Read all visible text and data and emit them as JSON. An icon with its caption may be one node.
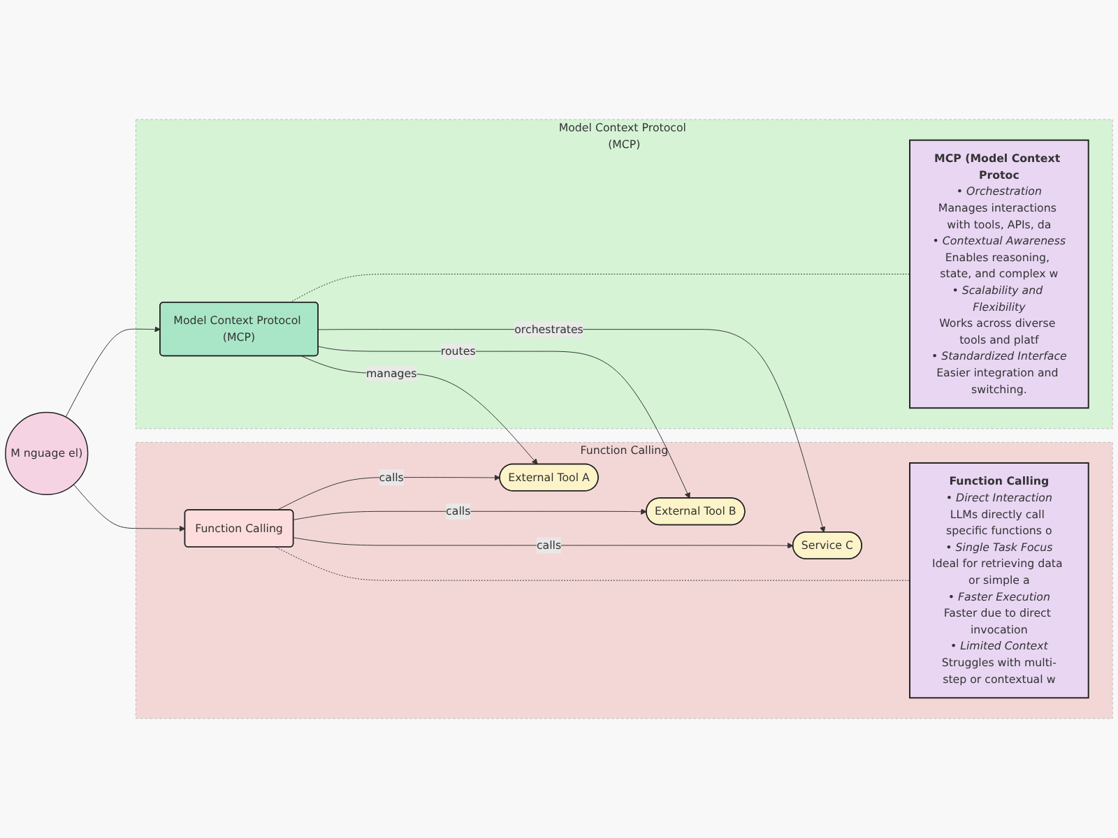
{
  "diagram": {
    "nodes": [
      {
        "text": [
          "M nguage el)"
        ]
      },
      {
        "text": [
          "Function Calling"
        ]
      },
      {
        "text": [
          "Function Calling"
        ],
        "in": 1
      },
      {
        "text": [
          "Function Calling",
          "• Direct Interaction",
          "LLMs directly call specific functions o",
          "• Single Task Focus",
          "Ideal for retrieving data or simple a",
          "• Faster Execution",
          "Faster due to direct invocation",
          "• Limited Context",
          "Struggles with multi-step or contextual w"
        ],
        "in": 1
      },
      {
        "text": [
          "External Tool A"
        ],
        "in": 1
      },
      {
        "text": [
          "External Tool B"
        ],
        "in": 1
      },
      {
        "text": [
          "Service C"
        ],
        "in": 1
      },
      {
        "text": [
          "Model Context Protocol (MCP)"
        ]
      },
      {
        "text": [
          "Model Context Protocol (MCP)"
        ],
        "in": 7
      },
      {
        "text": [
          "MCP (Model Context Protoc",
          "• Orchestration",
          "Manages interactions with tools, APIs, da",
          "• Contextual Awareness",
          "Enables reasoning, state, and complex w",
          "• Scalability and Flexibility",
          "Works across diverse tools and platf",
          "• Standardized Interface",
          "Easier integration and switching."
        ],
        "in": 7
      }
    ],
    "edges": [
      {
        "from": 0,
        "to": 2,
        "arrow": "to"
      },
      {
        "from": 0,
        "to": 8,
        "arrow": "to"
      },
      {
        "from": 2,
        "to": 4,
        "arrow": "to",
        "label": "calls"
      },
      {
        "from": 2,
        "to": 5,
        "arrow": "to",
        "label": "calls"
      },
      {
        "from": 2,
        "to": 6,
        "arrow": "to",
        "label": "calls"
      },
      {
        "from": 8,
        "to": 4,
        "arrow": "to",
        "label": "manages"
      },
      {
        "from": 8,
        "to": 5,
        "arrow": "to",
        "label": "routes"
      },
      {
        "from": 8,
        "to": 6,
        "arrow": "to",
        "label": "orchestrates"
      },
      {
        "from": 2,
        "to": 3,
        "arrow": "none",
        "style": "dashed"
      },
      {
        "from": 8,
        "to": 9,
        "arrow": "none",
        "style": "dashed"
      }
    ]
  }
}
